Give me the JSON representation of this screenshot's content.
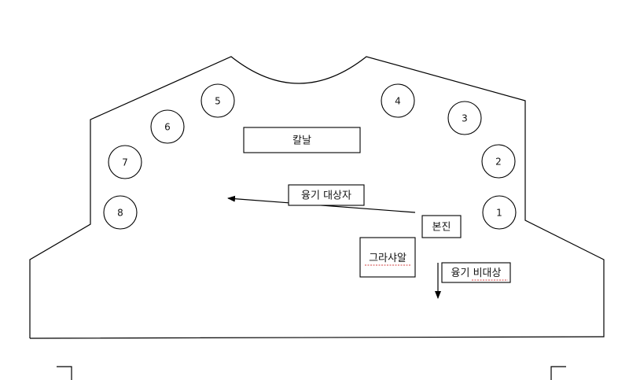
{
  "diagram": {
    "positions": [
      {
        "id": "p1",
        "label": "1"
      },
      {
        "id": "p2",
        "label": "2"
      },
      {
        "id": "p3",
        "label": "3"
      },
      {
        "id": "p4",
        "label": "4"
      },
      {
        "id": "p5",
        "label": "5"
      },
      {
        "id": "p6",
        "label": "6"
      },
      {
        "id": "p7",
        "label": "7"
      },
      {
        "id": "p8",
        "label": "8"
      }
    ],
    "labels": {
      "kalnal": "칼날",
      "yonggi_target": "융기 대상자",
      "bonjin": "본진",
      "garasyal": "그라샤알",
      "yonggi_nontarget": "융기 비대상"
    }
  }
}
